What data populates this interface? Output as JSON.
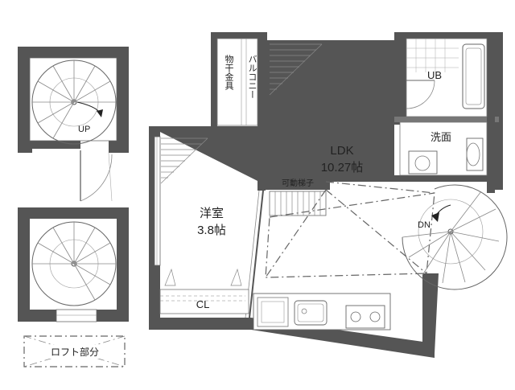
{
  "rooms": {
    "ldk": {
      "name": "LDK",
      "area": "10.27帖"
    },
    "western": {
      "name": "洋室",
      "area": "3.8帖"
    },
    "unit_bath": "UB",
    "washroom": "洗面",
    "closet": "CL",
    "balcony": "バルコニー",
    "storage": "物干金具"
  },
  "labels": {
    "movable_ladder": "可動梯子",
    "stairs_up": "UP",
    "stairs_down": "DN",
    "loft_legend": "ロフト部分"
  }
}
